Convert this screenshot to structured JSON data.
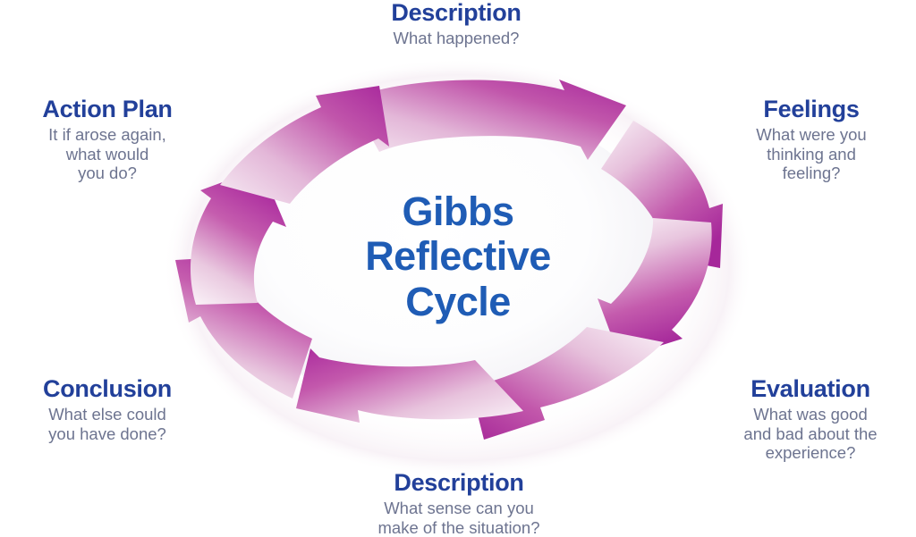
{
  "diagram": {
    "name": "Gibbs Reflective Cycle",
    "type": "cyclical-process-diagram",
    "direction": "clockwise",
    "stage_count": 6,
    "center_title_lines": [
      "Gibbs",
      "Reflective",
      "Cycle"
    ],
    "colors": {
      "title_blue": "#1f5cb5",
      "heading_navy": "#22409a",
      "subtext_gray_blue": "#6d7490",
      "arrow_magenta_dark": "#a8289c",
      "arrow_magenta_mid": "#c457ab",
      "arrow_pink_light": "#f0d8ea",
      "background": "#ffffff"
    },
    "stages": [
      {
        "id": "description-top",
        "order": 1,
        "position": "top",
        "title": "Description",
        "question": "What happened?",
        "question_lines": [
          "What happened?"
        ]
      },
      {
        "id": "feelings",
        "order": 2,
        "position": "top-right",
        "title": "Feelings",
        "question": "What were you thinking and feeling?",
        "question_lines": [
          "What were you",
          "thinking and",
          "feeling?"
        ]
      },
      {
        "id": "evaluation",
        "order": 3,
        "position": "bottom-right",
        "title": "Evaluation",
        "question": "What was good and bad about the experience?",
        "question_lines": [
          "What was good",
          "and bad about the",
          "experience?"
        ]
      },
      {
        "id": "description-bottom",
        "order": 4,
        "position": "bottom",
        "title": "Description",
        "question": "What sense can you make of the situation?",
        "question_lines": [
          "What sense can you",
          "make of the situation?"
        ]
      },
      {
        "id": "conclusion",
        "order": 5,
        "position": "bottom-left",
        "title": "Conclusion",
        "question": "What else could you have done?",
        "question_lines": [
          "What else could",
          "you have done?"
        ]
      },
      {
        "id": "action-plan",
        "order": 6,
        "position": "top-left",
        "title": "Action Plan",
        "question": "It if arose again, what would you do?",
        "question_lines": [
          "It if arose again,",
          "what would",
          "you do?"
        ]
      }
    ]
  }
}
